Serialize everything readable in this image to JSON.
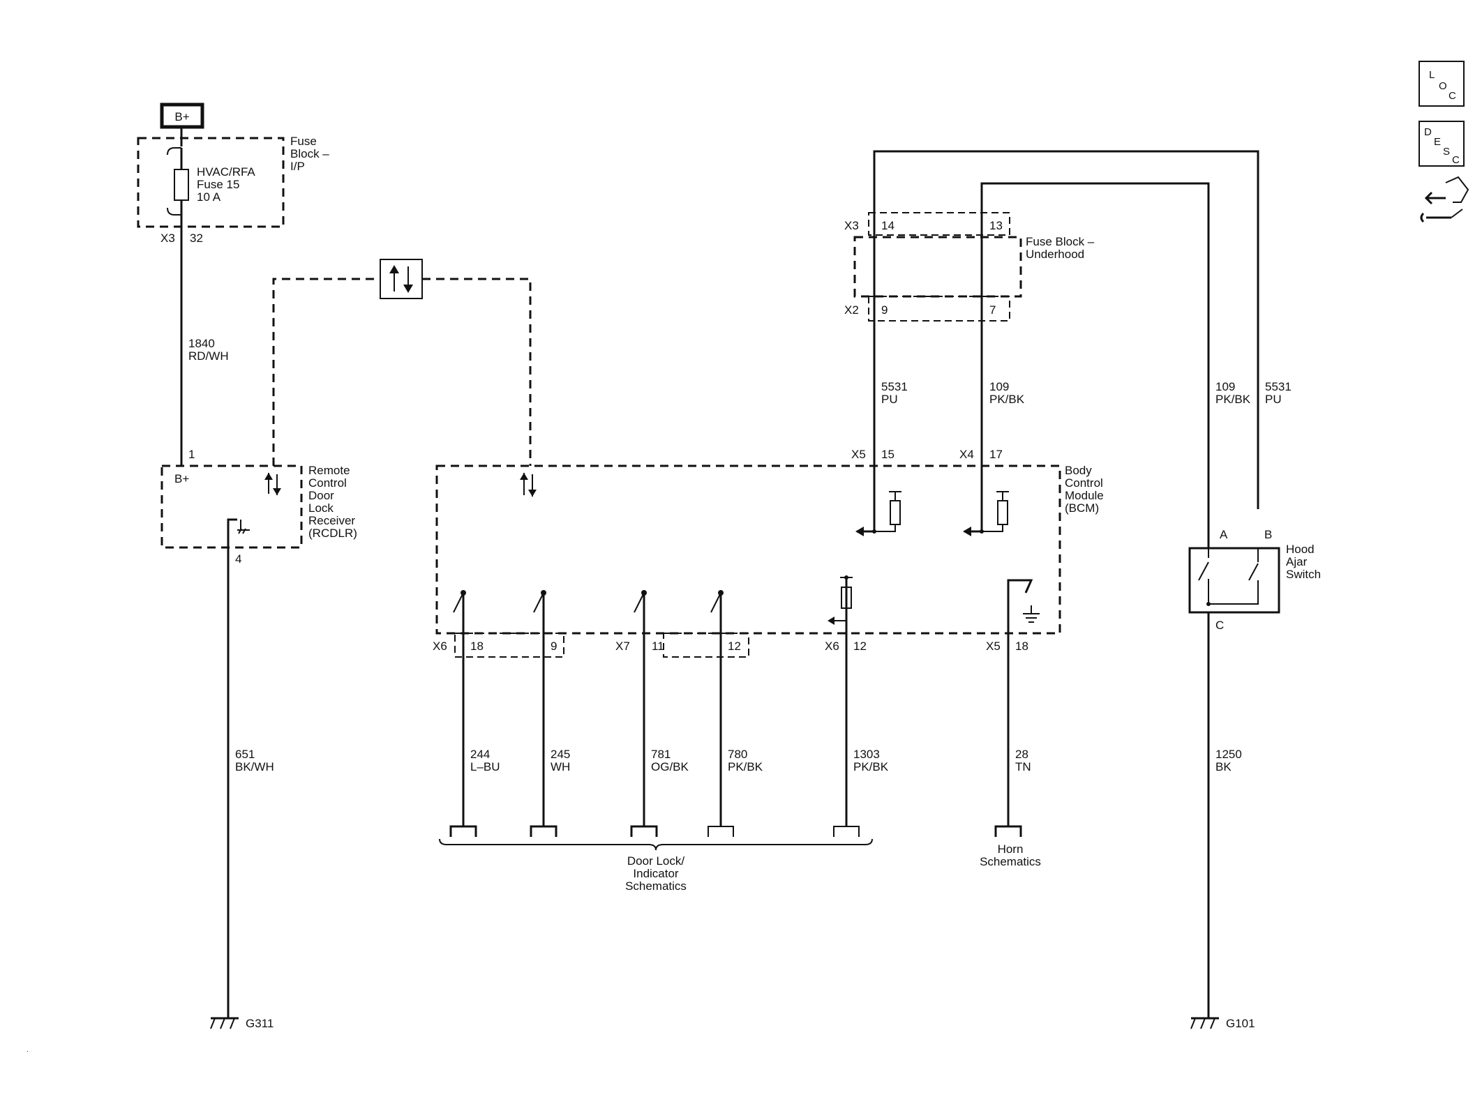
{
  "power": {
    "label": "B+"
  },
  "fuse_block_ip": {
    "title_lines": [
      "Fuse",
      "Block –",
      "I/P"
    ],
    "fuse_lines": [
      "HVAC/RFA",
      "Fuse 15",
      "10 A"
    ],
    "connector": "X3",
    "pin": "32"
  },
  "wire_1840": {
    "circuit": "1840",
    "color": "RD/WH"
  },
  "rcdlr": {
    "pin_top": "1",
    "b_plus": "B+",
    "name_lines": [
      "Remote",
      "Control",
      "Door",
      "Lock",
      "Receiver",
      "(RCDLR)"
    ],
    "pin_bottom": "4"
  },
  "wire_651": {
    "circuit": "651",
    "color": "BK/WH"
  },
  "ground_g311": "G311",
  "fuse_block_underhood": {
    "title_lines": [
      "Fuse Block –",
      "Underhood"
    ],
    "x3": "X3",
    "x3_pin_a": "14",
    "x3_pin_b": "13",
    "x2": "X2",
    "x2_pin_a": "9",
    "x2_pin_b": "7"
  },
  "wire_5531_left": {
    "circuit": "5531",
    "color": "PU"
  },
  "wire_109_left": {
    "circuit": "109",
    "color": "PK/BK"
  },
  "wire_109_right": {
    "circuit": "109",
    "color": "PK/BK"
  },
  "wire_5531_right": {
    "circuit": "5531",
    "color": "PU"
  },
  "bcm": {
    "name_lines": [
      "Body",
      "Control",
      "Module",
      "(BCM)"
    ],
    "x5_top": "X5",
    "x5_top_pin": "15",
    "x4_top": "X4",
    "x4_top_pin": "17",
    "x6_a": "X6",
    "x6_a_pin_1": "18",
    "x6_a_pin_2": "9",
    "x7": "X7",
    "x7_pin_1": "11",
    "x7_pin_2": "12",
    "x6_b": "X6",
    "x6_b_pin": "12",
    "x5_b": "X5",
    "x5_b_pin": "18"
  },
  "bottom_wires": [
    {
      "circuit": "244",
      "color": "L–BU"
    },
    {
      "circuit": "245",
      "color": "WH"
    },
    {
      "circuit": "781",
      "color": "OG/BK"
    },
    {
      "circuit": "780",
      "color": "PK/BK"
    },
    {
      "circuit": "1303",
      "color": "PK/BK"
    },
    {
      "circuit": "28",
      "color": "TN"
    }
  ],
  "door_lock_ref": [
    "Door Lock/",
    "Indicator",
    "Schematics"
  ],
  "horn_ref": [
    "Horn",
    "Schematics"
  ],
  "hood_switch": {
    "pin_a": "A",
    "pin_b": "B",
    "pin_c": "C",
    "name_lines": [
      "Hood",
      "Ajar",
      "Switch"
    ]
  },
  "wire_1250": {
    "circuit": "1250",
    "color": "BK"
  },
  "ground_g101": "G101",
  "side_icons": {
    "loc": [
      "L",
      "O",
      "C"
    ],
    "desc": [
      "D",
      "E",
      "S",
      "C"
    ],
    "names": [
      "loc-icon",
      "desc-icon",
      "connector-tool-icon"
    ]
  }
}
